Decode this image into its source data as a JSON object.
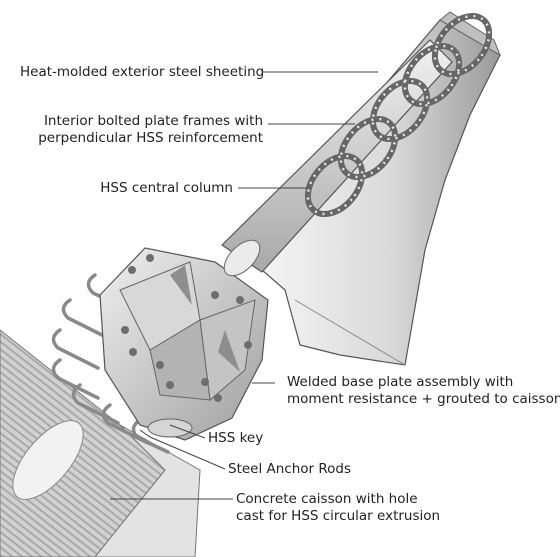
{
  "labels": {
    "sheeting": "Heat-molded exterior steel sheeting",
    "frames_line1": "Interior bolted plate frames with",
    "frames_line2": "perpendicular HSS reinforcement",
    "column": "HSS central column",
    "base_line1": "Welded base plate assembly with",
    "base_line2": "moment resistance + grouted to caisson",
    "key": "HSS key",
    "rods": "Steel Anchor Rods",
    "caisson_line1": "Concrete caisson with hole",
    "caisson_line2": "cast for HSS circular extrusion"
  },
  "colors": {
    "text": "#222222",
    "leader": "#444444",
    "steel_light": "#e6e6e6",
    "steel_mid": "#bdbdbd",
    "steel_dark": "#6f6f6f",
    "concrete": "#cfcfcf"
  }
}
